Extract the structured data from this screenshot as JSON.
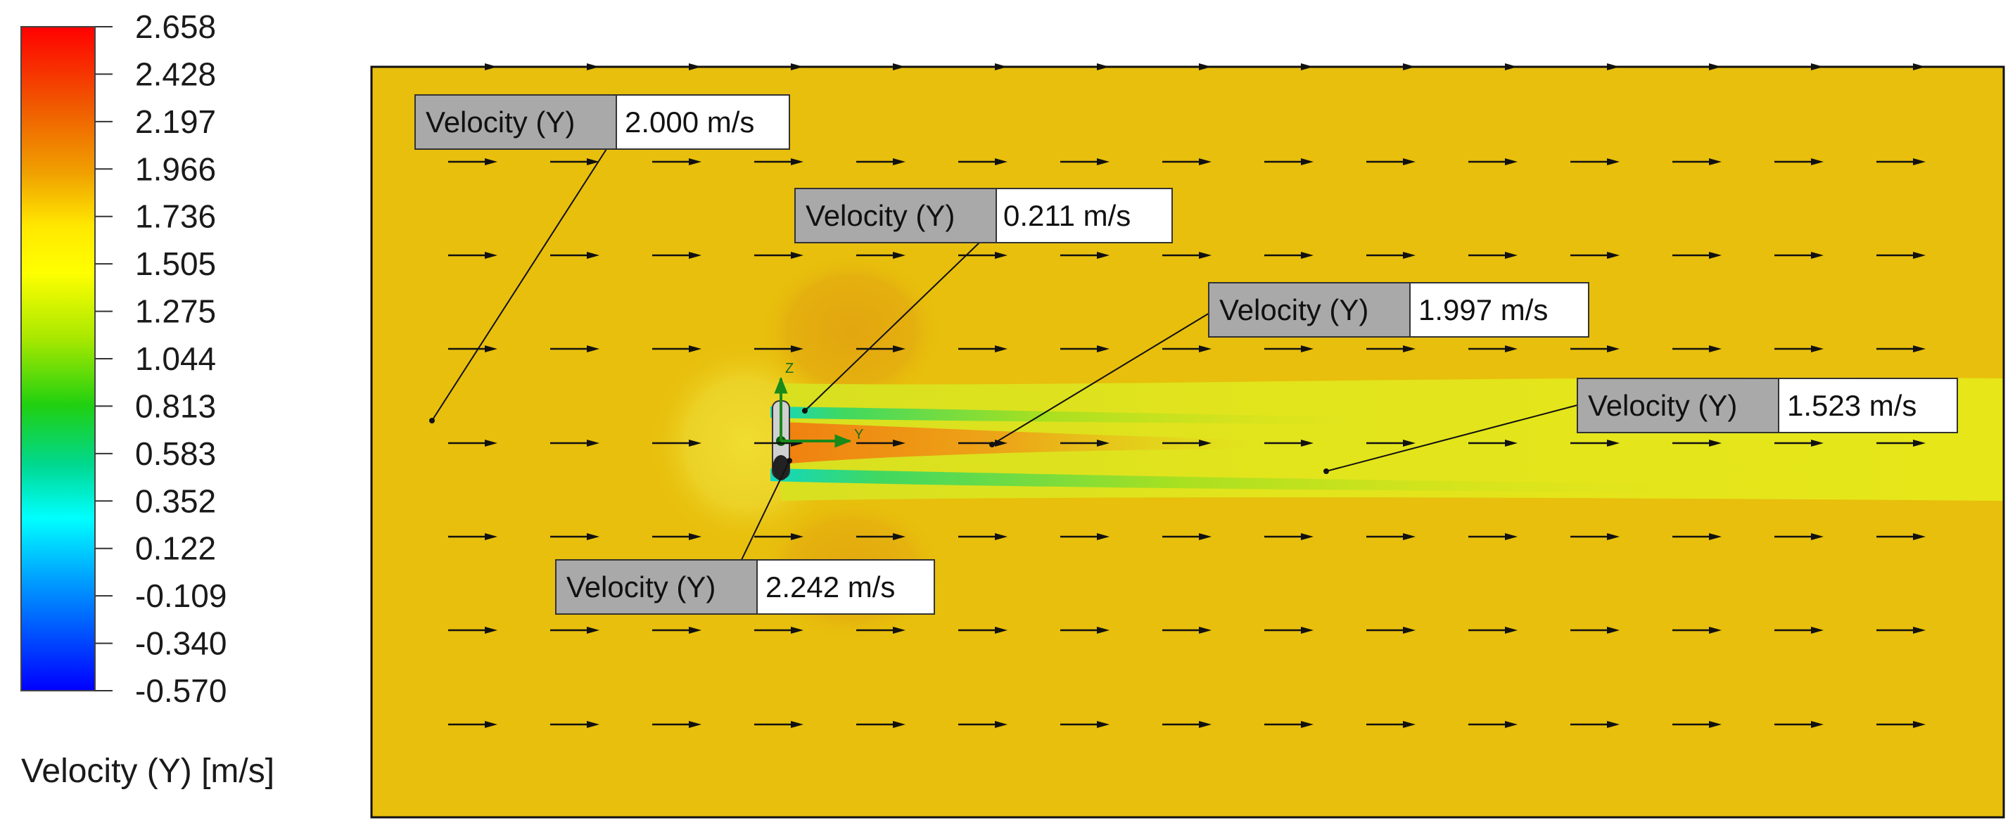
{
  "legend": {
    "title": "Velocity (Y) [m/s]",
    "ticks": [
      "2.658",
      "2.428",
      "2.197",
      "1.966",
      "1.736",
      "1.505",
      "1.275",
      "1.044",
      "0.813",
      "0.583",
      "0.352",
      "0.122",
      "-0.109",
      "-0.340",
      "-0.570"
    ],
    "min": -0.57,
    "max": 2.658
  },
  "field": {
    "background_value": 2.0,
    "background_color": "#e8bf0c",
    "wake_color": "#e6e619",
    "arrow_color": "#111111"
  },
  "probes": [
    {
      "id": "p1",
      "label": "Velocity (Y)",
      "value": "2.000 m/s"
    },
    {
      "id": "p2",
      "label": "Velocity (Y)",
      "value": "0.211 m/s"
    },
    {
      "id": "p3",
      "label": "Velocity (Y)",
      "value": "1.997 m/s"
    },
    {
      "id": "p4",
      "label": "Velocity (Y)",
      "value": "1.523 m/s"
    },
    {
      "id": "p5",
      "label": "Velocity (Y)",
      "value": "2.242 m/s"
    }
  ],
  "axes_triad": {
    "z_label": "Z",
    "y_label": "Y",
    "color": "#1a8a1a"
  }
}
